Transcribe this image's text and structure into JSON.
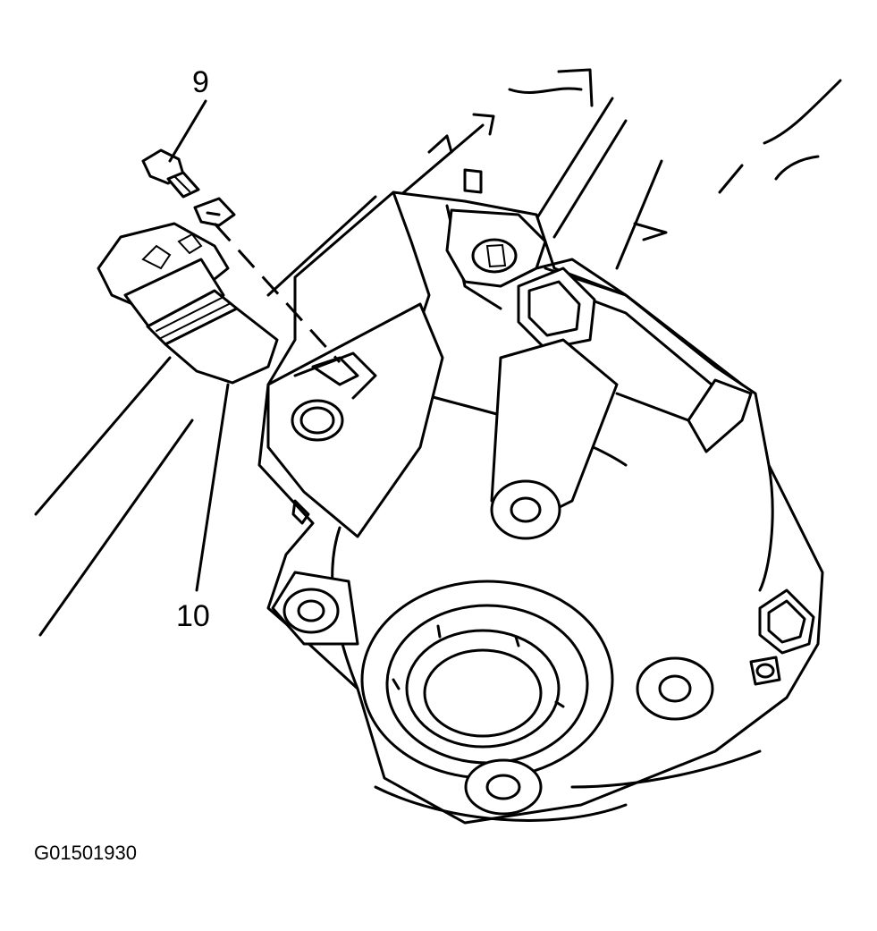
{
  "labels": {
    "callout_9": "9",
    "callout_10": "10",
    "figure_id": "G01501930"
  },
  "parts": [
    {
      "callout": "9",
      "icon": "bolt-icon"
    },
    {
      "callout": "10",
      "icon": "sensor-icon"
    }
  ]
}
